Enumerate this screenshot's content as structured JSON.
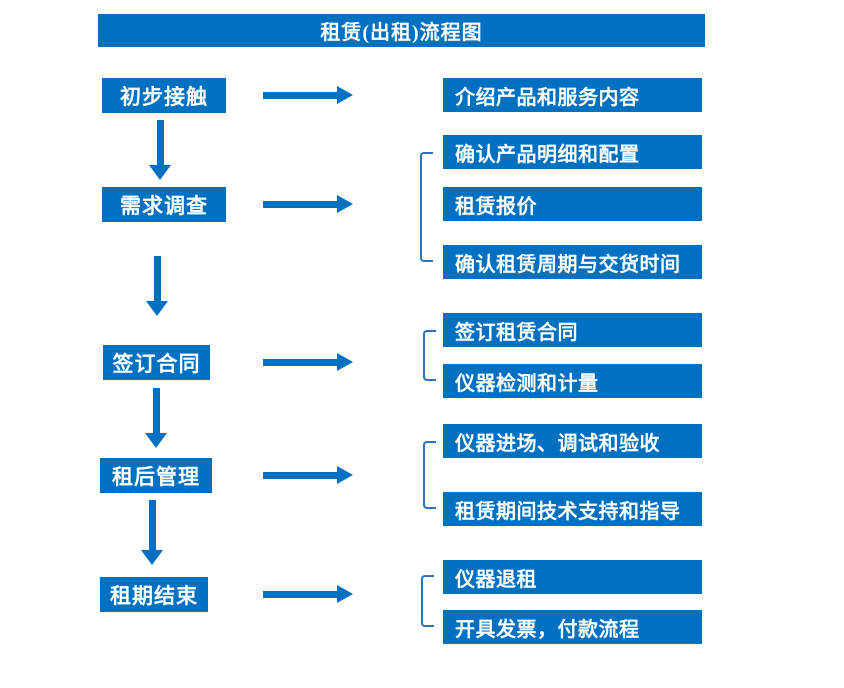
{
  "title": "租赁(出租)流程图",
  "colors": {
    "primary": "#0070C0",
    "bracket": "#2E74B5",
    "box-text": "#FFFFFF",
    "bg": "#FFFFFF"
  },
  "steps": [
    {
      "label": "初步接触",
      "outputs": [
        "介绍产品和服务内容"
      ]
    },
    {
      "label": "需求调查",
      "outputs": [
        "确认产品明细和配置",
        "租赁报价",
        "确认租赁周期与交货时间"
      ]
    },
    {
      "label": "签订合同",
      "outputs": [
        "签订租赁合同",
        "仪器检测和计量"
      ]
    },
    {
      "label": "租后管理",
      "outputs": [
        "仪器进场、调试和验收",
        "租赁期间技术支持和指导"
      ]
    },
    {
      "label": "租期结束",
      "outputs": [
        "仪器退租",
        "开具发票，付款流程"
      ]
    }
  ]
}
